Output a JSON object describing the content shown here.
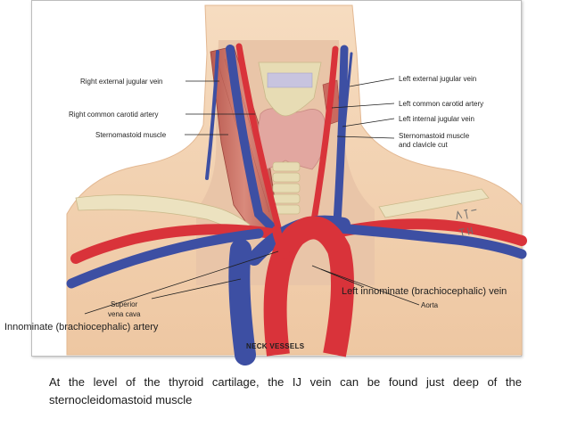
{
  "diagram": {
    "title": "NECK VESSELS",
    "signature": "PAT THOMAS",
    "labels": {
      "right_external_jugular": "Right external jugular vein",
      "right_common_carotid": "Right common carotid artery",
      "sternomastoid": "Sternomastoid muscle",
      "left_external_jugular": "Left external jugular vein",
      "left_common_carotid": "Left common carotid artery",
      "left_internal_jugular": "Left internal jugular vein",
      "sternomastoid_cut_line1": "Sternomastoid muscle",
      "sternomastoid_cut_line2": "and clavicle cut",
      "superior_vena_cava_line1": "Superior",
      "superior_vena_cava_line2": "vena cava",
      "aorta": "Aorta",
      "left_innominate_vein": "Left innominate (brachiocephalic) vein",
      "innominate_artery": "Innominate (brachiocephalic) artery"
    },
    "colors": {
      "artery": "#d9333a",
      "vein": "#3d4fa3",
      "muscle": "#c96a5f",
      "skin": "#f2d3b3",
      "bone": "#e7dcb4",
      "thyroid": "#e2a7a0"
    }
  },
  "caption": "At the level of the thyroid cartilage, the IJ vein can be found just deep of the sternocleidomastoid muscle"
}
